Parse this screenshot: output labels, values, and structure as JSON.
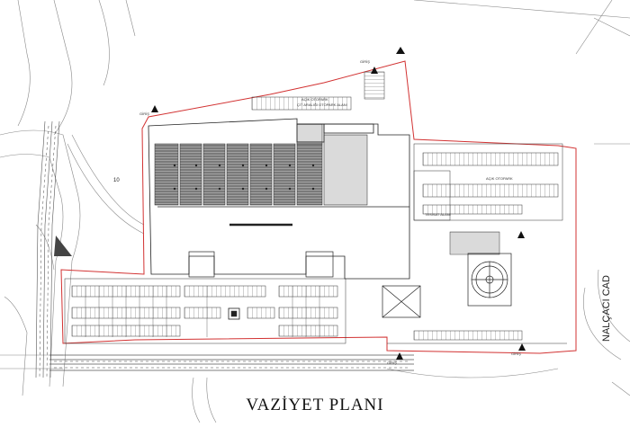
{
  "title": "VAZİYET PLANI",
  "street_label": "NALÇACI CAD",
  "plot_number": "10",
  "small_labels": {
    "north_garden": "AÇIK OTOPARK",
    "north_sub": "ÇİT ARALIĞI OTOPARK ALANI",
    "east_park": "AÇIK OTOPARK",
    "east_ramp": "TESİSAT ALANI",
    "gate": "GİRİŞ"
  },
  "colors": {
    "boundary": "#d23232",
    "lines": "#333333",
    "fill_dark": "#555555",
    "background": "#ffffff"
  }
}
